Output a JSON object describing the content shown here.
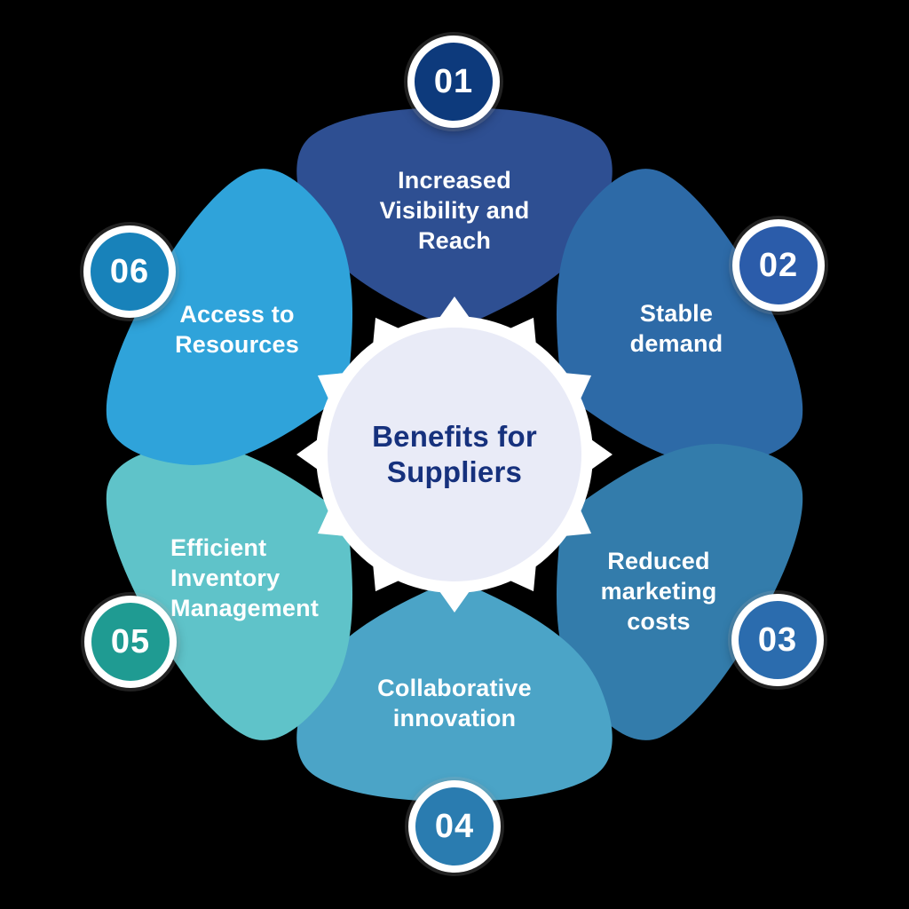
{
  "background": "#000000",
  "title": {
    "text": "Benefits for Suppliers",
    "color": "#16317d"
  },
  "center": {
    "ring_color": "#ffffff",
    "fill": "#e9ebf7"
  },
  "petals": [
    {
      "number": "01",
      "label": "Increased Visibility and Reach",
      "position": "top",
      "petal_color": "#2e4f92",
      "badge_color": "#0d3a7c"
    },
    {
      "number": "02",
      "label": "Stable demand",
      "position": "top-right",
      "petal_color": "#2d6aa7",
      "badge_color": "#2b5caa"
    },
    {
      "number": "03",
      "label": "Reduced marketing costs",
      "position": "bottom-right",
      "petal_color": "#337cab",
      "badge_color": "#2b6cae"
    },
    {
      "number": "04",
      "label": "Collaborative innovation",
      "position": "bottom",
      "petal_color": "#4ba4c7",
      "badge_color": "#2a7cb0"
    },
    {
      "number": "05",
      "label": "Efficient Inventory Management",
      "position": "bottom-left",
      "petal_color": "#5fc3c9",
      "badge_color": "#1f9b92"
    },
    {
      "number": "06",
      "label": "Access to Resources",
      "position": "top-left",
      "petal_color": "#2fa3da",
      "badge_color": "#1882ba"
    }
  ]
}
